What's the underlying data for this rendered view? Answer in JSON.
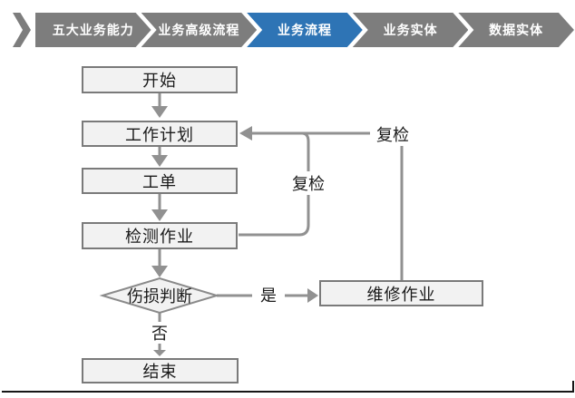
{
  "nav": {
    "items": [
      {
        "label": "五大业务能力"
      },
      {
        "label": "业务高级流程"
      },
      {
        "label": "业务流程"
      },
      {
        "label": "业务实体"
      },
      {
        "label": "数据实体"
      }
    ],
    "active_index": 2,
    "active_color": "#2E74B5",
    "inactive_color": "#7D7D7D",
    "text_color": "#FFFFFF"
  },
  "flowchart": {
    "nodes": {
      "start": "开始",
      "work_plan": "工作计划",
      "work_order": "工单",
      "inspection": "检测作业",
      "damage_decision": "伤损判断",
      "repair": "维修作业",
      "end": "结束"
    },
    "edge_labels": {
      "recheck_top": "复检",
      "recheck_loop": "复检",
      "yes": "是",
      "no": "否"
    },
    "colors": {
      "node_fill": "#F2F2F2",
      "node_border": "#7A7A7A",
      "connector": "#919191",
      "text": "#1A1A1A"
    }
  }
}
